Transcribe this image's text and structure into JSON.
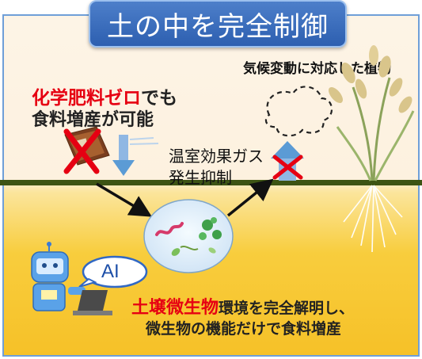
{
  "title": "土の中を完全制御",
  "climate_label": "気候変動に対応した植物",
  "fert_red": "化学肥料ゼロ",
  "fert_suffix": "でも",
  "fert_line2": "食料増産が可能",
  "ghg_line1": "温室効果ガス",
  "ghg_line2": "発生抑制",
  "ai_label": "AI",
  "soil_red": "土壌微生物",
  "soil_suffix": "環境を完全解明し、",
  "soil_line2": "微生物の機能だけで食料増産",
  "colors": {
    "title_bg": "#2d5fb0",
    "accent_red": "#e60012",
    "arrow_blue": "#5b9bd5",
    "ground": "#3d5414"
  }
}
